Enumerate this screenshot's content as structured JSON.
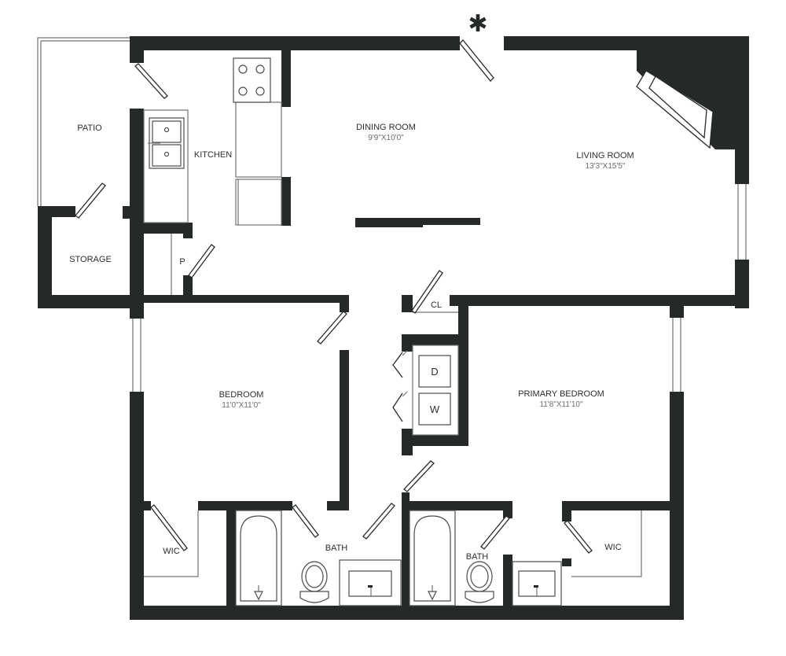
{
  "rooms": {
    "patio": "PATIO",
    "kitchen": "KITCHEN",
    "dining": "DINING ROOM",
    "dining_dim": "9'9\"X10'0\"",
    "living": "LIVING ROOM",
    "living_dim": "13'3\"X15'5\"",
    "storage": "STORAGE",
    "pantry": "P",
    "closet": "CL",
    "bedroom": "BEDROOM",
    "bedroom_dim": "11'0\"X11'0\"",
    "primary": "PRIMARY BEDROOM",
    "primary_dim": "11'8\"X11'10\"",
    "dryer": "D",
    "washer": "W",
    "wic_left": "WIC",
    "wic_right": "WIC",
    "bath_left": "BATH",
    "bath_right": "BATH"
  },
  "entry_mark": "✱",
  "colors": {
    "wall": "#252a28",
    "background": "#ffffff"
  }
}
